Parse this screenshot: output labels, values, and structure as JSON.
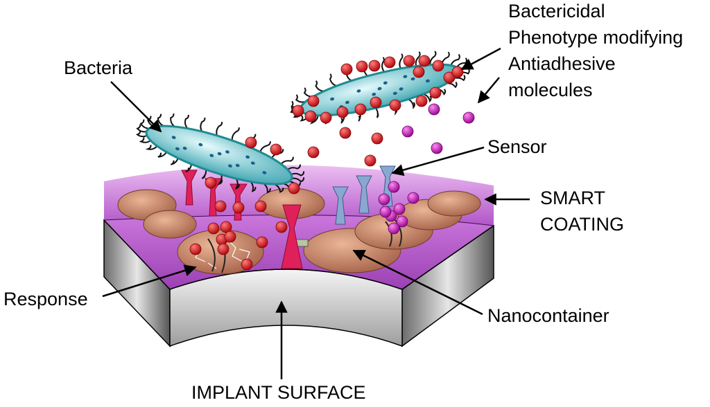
{
  "labels": {
    "bacteria": "Bacteria",
    "molecules_line1": "Bactericidal",
    "molecules_line2": "Phenotype modifying",
    "molecules_line3": "Antiadhesive",
    "molecules_line4": "molecules",
    "sensor": "Sensor",
    "smart_line1": "SMART",
    "smart_line2": "COATING",
    "response": "Response",
    "nanocontainer": "Nanocontainer",
    "implant_surface": "IMPLANT SURFACE"
  },
  "colors": {
    "coating": "#b04fc9",
    "substrate": "#9a9a9a",
    "bacteria_body": "#5fc1c9",
    "bactericidal_dot": "#d8141b",
    "antiadhesive_dot": "#c014b8",
    "nanocontainer": "#d48d6c",
    "receptor_red": "#e0205a",
    "sensor_blue": "#7fa2cf"
  }
}
